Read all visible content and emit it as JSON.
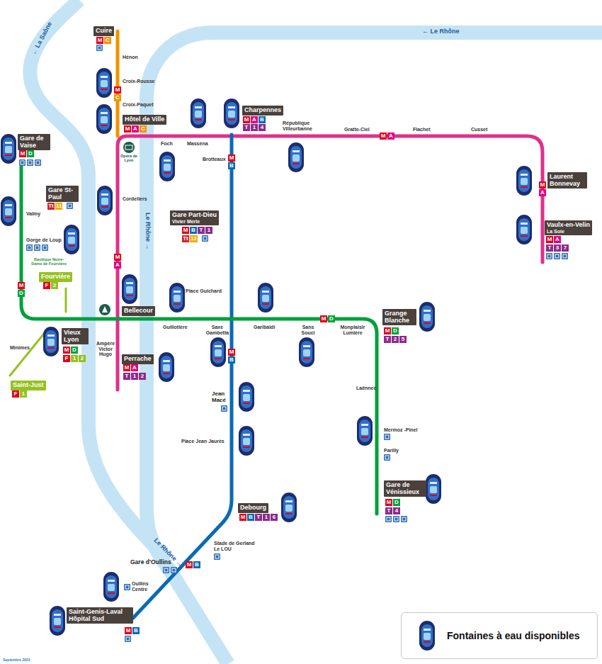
{
  "diagram": {
    "nodes": [
      {
        "text": [
          "Cuire"
        ]
      },
      {
        "text": [
          "Gare de Vaise"
        ]
      },
      {
        "text": [
          "Hôtel de Ville"
        ]
      },
      {
        "text": [
          "Charpennes"
        ]
      },
      {
        "text": [
          "Gare St-Paul"
        ]
      },
      {
        "text": [
          "Gare Part-Dieu",
          "Vivier Merle"
        ]
      },
      {
        "text": [
          "Laurent Bonnevay"
        ]
      },
      {
        "text": [
          "Vaulx-en-Velin",
          "La Soie"
        ]
      },
      {
        "text": [
          "Fourvière"
        ]
      },
      {
        "text": [
          "Bellecour"
        ]
      },
      {
        "text": [
          "Grange Blanche"
        ]
      },
      {
        "text": [
          "Vieux Lyon"
        ]
      },
      {
        "text": [
          "Perrache"
        ]
      },
      {
        "text": [
          "Saint-Just"
        ]
      },
      {
        "text": [
          "Debourg"
        ]
      },
      {
        "text": [
          "Gare de Vénissieux"
        ]
      },
      {
        "text": [
          "Saint-Genis-Laval Hôpital Sud"
        ]
      }
    ],
    "labels": [
      "← La Saône",
      "← Le Rhône",
      "Le Rhône →",
      "Le Rhône →",
      "Hénon",
      "Croix-Rousse",
      "Croix-Paquet",
      "Foch",
      "Masséna",
      "Brotteaux",
      "République Villeurbanne",
      "Gratte-Ciel",
      "Flachet",
      "Cusset",
      "Opéra de Lyon",
      "Cordeliers",
      "Valmy",
      "Gorge de Loup",
      "Basilique Notre-Dame de Fourvière",
      "Place Guichard",
      "Guillotière",
      "Saxe Gambetta",
      "Garibaldi",
      "Sans Souci",
      "Monplaisir Lumière",
      "Ampère Victor Hugo",
      "Minimes",
      "Jean Macé",
      "Place Jean Jaurès",
      "Laënnec",
      "Mermoz -Pinel",
      "Parilly",
      "Stade de Gerland Le LOU",
      "Gare d'Oullins",
      "Oullins Centre",
      "Septembre 2023",
      "M",
      "C",
      "M",
      "A",
      "C",
      "M",
      "A",
      "B",
      "T",
      "1",
      "4",
      "M",
      "D",
      "Tt",
      "11",
      "M",
      "B",
      "T",
      "1",
      "Tt",
      "12",
      "M",
      "A",
      "T",
      "3",
      "7",
      "F",
      "2",
      "M",
      "D",
      "F",
      "1",
      "2",
      "M",
      "D",
      "T",
      "2",
      "5",
      "M",
      "A",
      "T",
      "1",
      "2",
      "F",
      "1",
      "M",
      "B",
      "T",
      "1",
      "6",
      "M",
      "D",
      "T",
      "4",
      "M",
      "B",
      "M",
      "C",
      "M",
      "A",
      "M",
      "A",
      "M",
      "A",
      "M",
      "B",
      "M",
      "B",
      "M",
      "B",
      "M",
      "D",
      "M",
      "D"
    ],
    "legend": [
      {
        "text": "Fontaines à eau disponibles"
      }
    ]
  }
}
